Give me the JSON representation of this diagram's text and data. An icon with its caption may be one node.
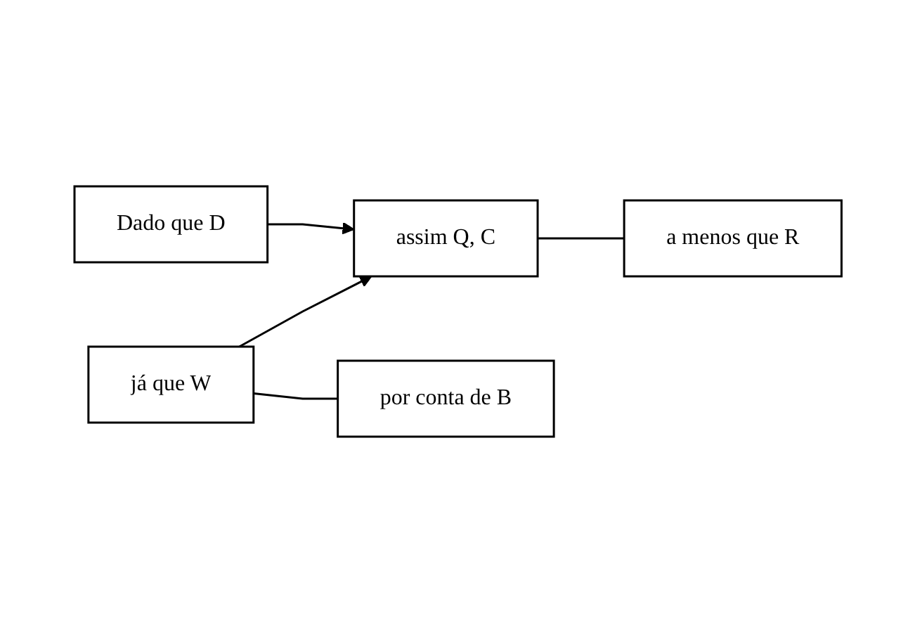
{
  "diagram": {
    "nodes": [
      {
        "text": [
          "Dado que D"
        ]
      },
      {
        "text": [
          "assim Q, C"
        ]
      },
      {
        "text": [
          "já que W"
        ]
      },
      {
        "text": [
          "a menos que R"
        ]
      },
      {
        "text": [
          "por conta de B"
        ]
      }
    ],
    "edges": [
      {
        "from": 0,
        "to": 1,
        "arrow": "to"
      },
      {
        "from": 2,
        "to": 1,
        "arrow": "to"
      },
      {
        "from": 1,
        "to": 3,
        "arrow": "none"
      },
      {
        "from": 2,
        "to": 4,
        "arrow": "none"
      }
    ]
  }
}
